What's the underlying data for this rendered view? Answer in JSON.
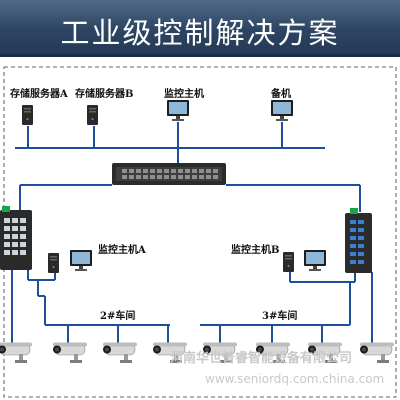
{
  "header": {
    "title": "工业级控制解决方案"
  },
  "labels": {
    "storage_a": "存储服务器A",
    "storage_b": "存储服务器B",
    "monitor_host": "监控主机",
    "backup": "备机",
    "monitor_host_a": "监控主机A",
    "monitor_host_b": "监控主机B",
    "workshop_2": "2#车间",
    "workshop_3": "3#车间"
  },
  "watermark": {
    "company": "河南华世普睿智能设备有限公司",
    "url": "www.seniordq.com.china.com"
  },
  "colors": {
    "link": "#1f4f9a",
    "banner": "#2d4563"
  }
}
